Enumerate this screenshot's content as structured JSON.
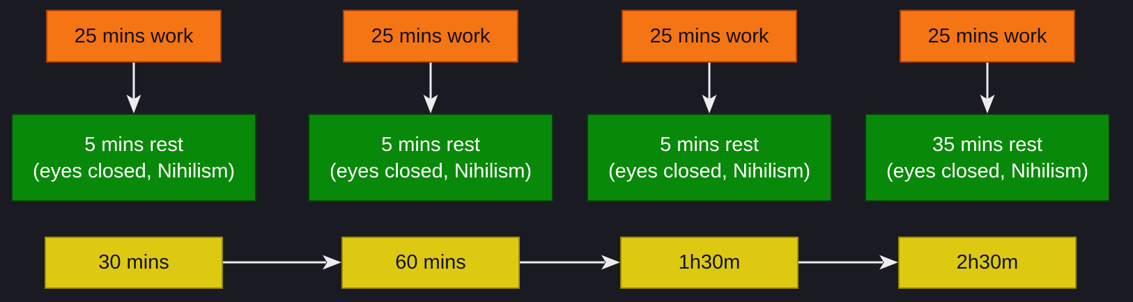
{
  "background": "#1a1a23",
  "colors": {
    "work_fill": "#f57414",
    "work_border": "#a84005",
    "work_text": "#111111",
    "rest_fill": "#098909",
    "rest_border": "#0b3a0b",
    "rest_text": "#ffffff",
    "total_fill": "#ddc911",
    "total_border": "#9c8e00",
    "total_text": "#111111",
    "arrow": "#ececec"
  },
  "columns": [
    {
      "work_label": "25 mins work",
      "rest_line1": "5 mins rest",
      "rest_line2": "(eyes closed, Nihilism)"
    },
    {
      "work_label": "25 mins work",
      "rest_line1": "5 mins rest",
      "rest_line2": "(eyes closed, Nihilism)"
    },
    {
      "work_label": "25 mins work",
      "rest_line1": "5 mins rest",
      "rest_line2": "(eyes closed, Nihilism)"
    },
    {
      "work_label": "25 mins work",
      "rest_line1": "35 mins rest",
      "rest_line2": "(eyes closed, Nihilism)"
    }
  ],
  "totals": {
    "items": [
      "30 mins",
      "60 mins",
      "1h30m",
      "2h30m"
    ]
  }
}
